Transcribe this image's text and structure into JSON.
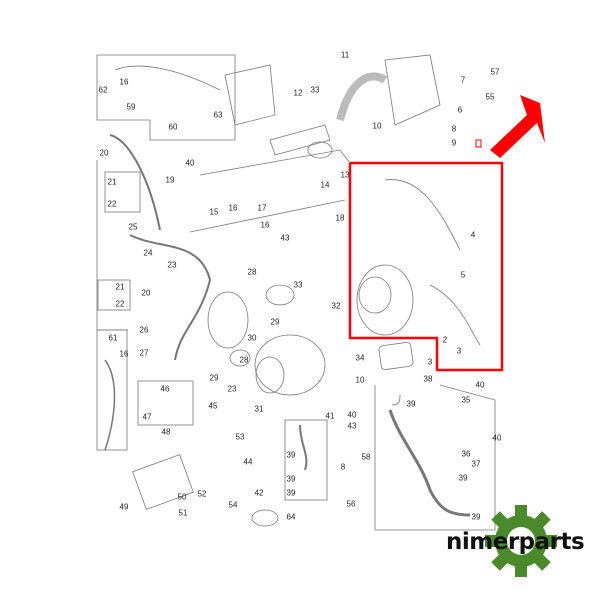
{
  "diagram": {
    "callouts": [
      "11",
      "57",
      "7",
      "16",
      "62",
      "12",
      "33",
      "55",
      "59",
      "6",
      "60",
      "63",
      "10",
      "8",
      "9",
      "13",
      "20",
      "40",
      "19",
      "14",
      "21",
      "22",
      "15",
      "16",
      "17",
      "18",
      "25",
      "16",
      "43",
      "24",
      "23",
      "4",
      "5",
      "28",
      "33",
      "21",
      "20",
      "22",
      "32",
      "29",
      "61",
      "26",
      "16",
      "30",
      "2",
      "3",
      "3",
      "27",
      "34",
      "28",
      "29",
      "10",
      "38",
      "40",
      "46",
      "23",
      "35",
      "39",
      "47",
      "45",
      "31",
      "41",
      "40",
      "43",
      "48",
      "40",
      "53",
      "36",
      "37",
      "44",
      "39",
      "58",
      "8",
      "52",
      "50",
      "49",
      "39",
      "42",
      "39",
      "39",
      "51",
      "54",
      "56",
      "64",
      "39"
    ],
    "highlight_color": "#ff0000",
    "arrow_color": "#ff0000"
  },
  "logo": {
    "text": "nimerparts",
    "gear_color": "#4a8a2a"
  }
}
